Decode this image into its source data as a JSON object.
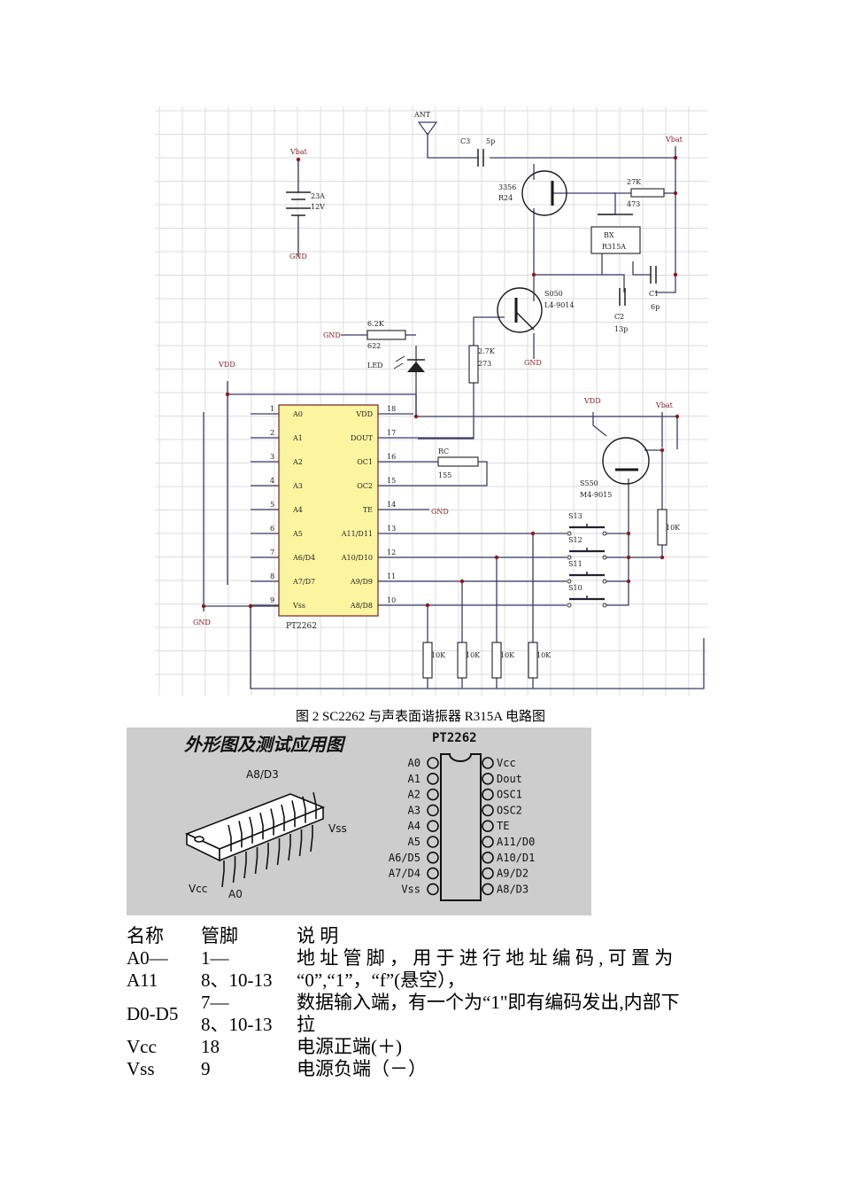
{
  "figure_caption": "图 2 SC2262 与声表面谐振器 R315A 电路图",
  "schematic": {
    "chip_name": "PT2262",
    "left_pins": [
      {
        "num": "1",
        "name": "A0"
      },
      {
        "num": "2",
        "name": "A1"
      },
      {
        "num": "3",
        "name": "A2"
      },
      {
        "num": "4",
        "name": "A3"
      },
      {
        "num": "5",
        "name": "A4"
      },
      {
        "num": "6",
        "name": "A5"
      },
      {
        "num": "7",
        "name": "A6/D4"
      },
      {
        "num": "8",
        "name": "A7/D7"
      },
      {
        "num": "9",
        "name": "Vss"
      }
    ],
    "right_pins": [
      {
        "num": "18",
        "name": "VDD"
      },
      {
        "num": "17",
        "name": "DOUT"
      },
      {
        "num": "16",
        "name": "OC1"
      },
      {
        "num": "15",
        "name": "OC2"
      },
      {
        "num": "14",
        "name": "TE"
      },
      {
        "num": "13",
        "name": "A11/D11"
      },
      {
        "num": "12",
        "name": "A10/D10"
      },
      {
        "num": "11",
        "name": "A9/D9"
      },
      {
        "num": "10",
        "name": "A8/D8"
      }
    ],
    "labels": {
      "ant": "ANT",
      "vbat": "Vbat",
      "vdd": "VDD",
      "gnd": "GND",
      "battery_1": "23A",
      "battery_2": "12V",
      "c3": "C3",
      "c3_val": "5p",
      "q1_1": "3356",
      "q1_2": "R24",
      "r27k": "27K",
      "r27k_code": "473",
      "bx_1": "BX",
      "bx_2": "R315A",
      "c1": "C1",
      "c1_val": "6p",
      "c2": "C2",
      "c2_val": "13p",
      "q2_1": "S050",
      "q2_2": "L4-9014",
      "r62k": "6.2K",
      "r62k_code": "622",
      "led": "LED",
      "r27k2": "2.7K",
      "r27k2_code": "273",
      "rc": "RC",
      "rc_code": "155",
      "q3_1": "S550",
      "q3_2": "M4-9015",
      "r10k": "10K",
      "s13": "S13",
      "s12": "S12",
      "s11": "S11",
      "s10": "S10"
    }
  },
  "package_image": {
    "title": "外形图及测试应用图",
    "chip_name": "PT2262",
    "label_a8d3": "A8/D3",
    "label_vss": "Vss",
    "label_vcc": "Vcc",
    "label_a0": "A0",
    "left_pins": [
      "A0",
      "A1",
      "A2",
      "A3",
      "A4",
      "A5",
      "A6/D5",
      "A7/D4",
      "Vss"
    ],
    "right_pins": [
      "Vcc",
      "Dout",
      "OSC1",
      "OSC2",
      "TE",
      "A11/D0",
      "A10/D1",
      "A9/D2",
      "A8/D3"
    ]
  },
  "pin_table": {
    "headers": [
      "名称",
      "管脚",
      "说 明"
    ],
    "rows": [
      {
        "name_1": "A0—",
        "name_2": "A11",
        "pin_1": "1—",
        "pin_2": "8、10-13",
        "desc_1": "地 址 管 脚 ， 用 于 进 行 地 址 编 码 , 可 置 为",
        "desc_2": "“0”,“1”，“f”(悬空），"
      },
      {
        "name_1": "D0-D5",
        "name_2": "",
        "pin_1": "7—",
        "pin_2": "8、10-13",
        "desc_1": "数据输入端，有一个为“1\"即有编码发出,内部下",
        "desc_2": "拉"
      },
      {
        "name_1": "Vcc",
        "name_2": "",
        "pin_1": "18",
        "pin_2": "",
        "desc_1": "电源正端(＋)",
        "desc_2": ""
      },
      {
        "name_1": "Vss",
        "name_2": "",
        "pin_1": "9",
        "pin_2": "",
        "desc_1": "电源负端（－）",
        "desc_2": ""
      }
    ]
  }
}
